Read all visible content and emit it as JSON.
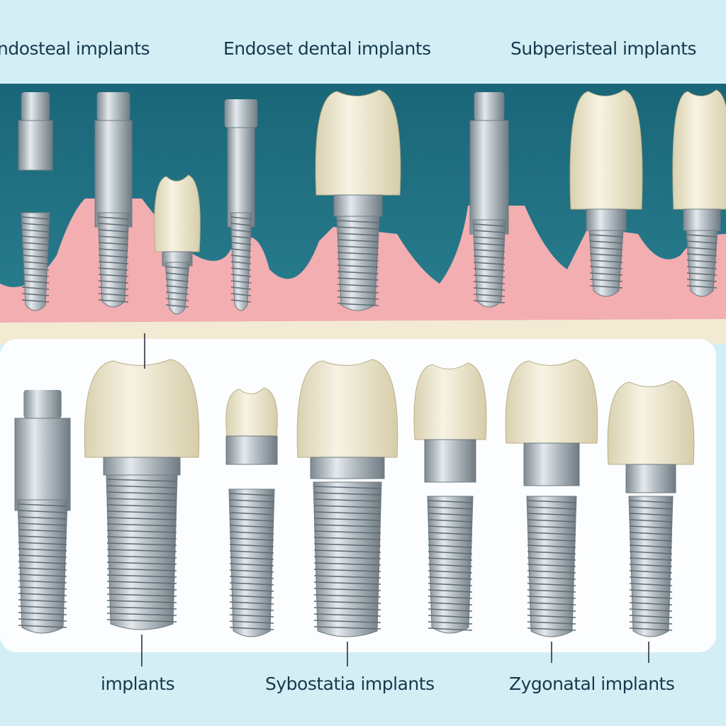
{
  "top_labels": [
    "ndosteal implants",
    "Endoset dental implants",
    "Subperisteal implants"
  ],
  "bottom_labels": [
    "implants",
    "Sybostatia implants",
    "Zygonatal implants"
  ],
  "colors": {
    "background": "#d4eef6",
    "teal_panel": "#1f6e82",
    "gum": "#f2a9ad",
    "gum_dark": "#d8344a",
    "bone": "#f3ead3",
    "metal": "#a9b3ba",
    "crown": "#efe9d2",
    "text": "#163a4c"
  }
}
